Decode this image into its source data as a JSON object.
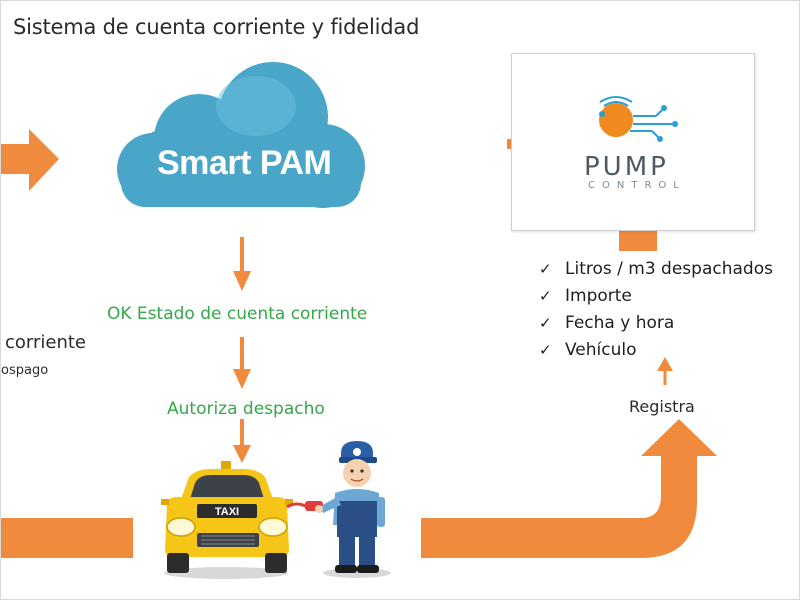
{
  "title": "Sistema de cuenta corriente y fidelidad",
  "cloud": {
    "label": "Smart PAM"
  },
  "steps": {
    "ok_status": "OK Estado de cuenta corriente",
    "authorize": "Autoriza despacho"
  },
  "left_partial": {
    "main": "corriente",
    "sub": "ospago"
  },
  "vehicle": {
    "sign": "TAXI"
  },
  "register": "Registra",
  "logo": {
    "word": "PUMP",
    "sub": "CONTROL"
  },
  "checklist": [
    "Litros / m3 despachados",
    "Importe",
    "Fecha y hora",
    "Vehículo"
  ],
  "icons": {
    "check": "check-icon",
    "arrows": "down-arrow-icon",
    "cloud": "cloud-icon",
    "taxi": "taxi-icon",
    "attendant": "attendant-icon"
  },
  "colors": {
    "arrow": "#f08a3c",
    "cloud": "#4aa6c9",
    "step_text": "#35a84a",
    "taxi_body": "#f5c518",
    "logo_orange": "#f08a1f",
    "logo_blue": "#2a9fd6"
  }
}
